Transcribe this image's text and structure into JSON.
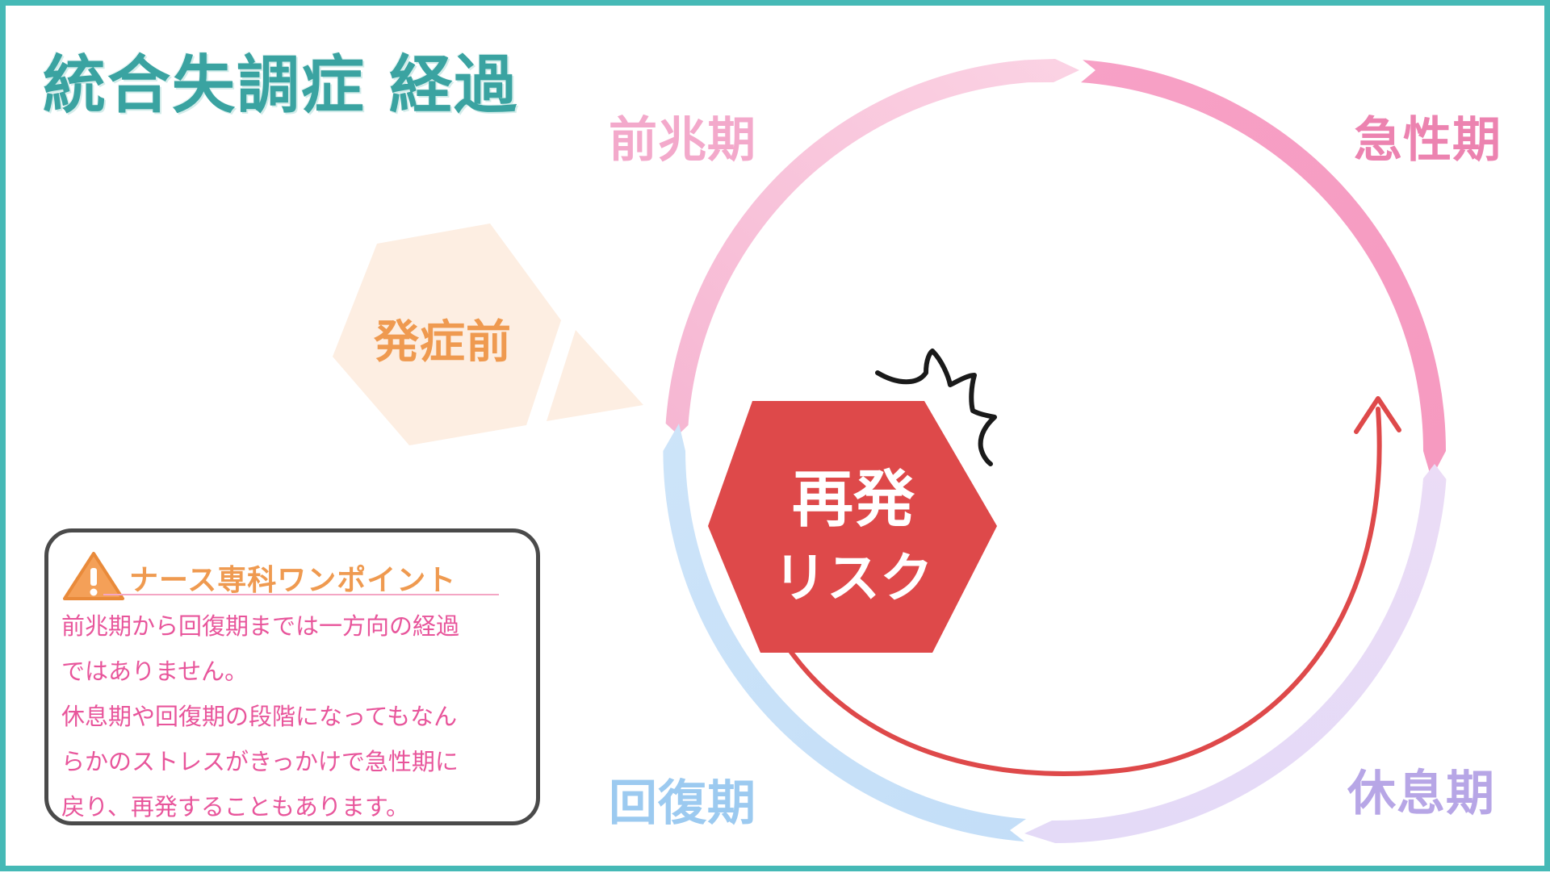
{
  "title": "統合失調症 経過",
  "phases": {
    "prodromal": "前兆期",
    "acute": "急性期",
    "rest": "休息期",
    "recovery": "回復期",
    "pre_onset": "発症前"
  },
  "relapse": {
    "line1": "再発",
    "line2": "リスク"
  },
  "note": {
    "heading": "ナース専科ワンポイント",
    "lines": [
      "前兆期から回復期までは一方向の経過",
      "ではありません。",
      "休息期や回復期の段階になってもなん",
      "らかのストレスがきっかけで急性期に",
      "戻り、再発することもあります。"
    ]
  },
  "colors": {
    "frame": "#45b9b6",
    "title": "#3aa3a1",
    "prodromal": "#f3a9cb",
    "acute": "#ec83b0",
    "rest": "#b7a6e6",
    "recovery": "#9ccaf0",
    "pre_onset": "#ef9a50",
    "relapse": "#de494a",
    "note_text": "#e8559b"
  },
  "icons": [
    "warning-icon",
    "impact-burst-icon"
  ]
}
